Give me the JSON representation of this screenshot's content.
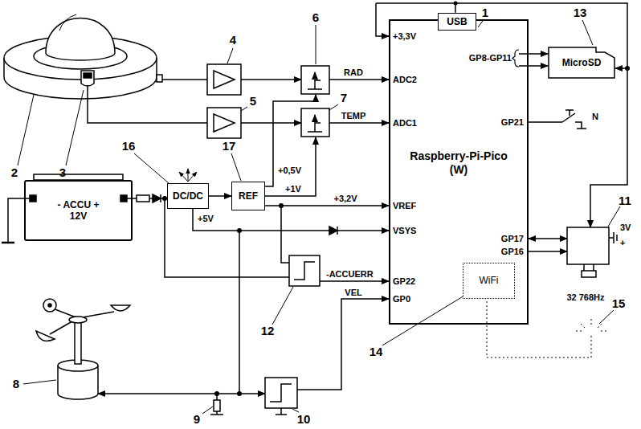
{
  "diagram": {
    "nodes": [
      {
        "text": [
          "Raspberry-Pi-Pico (W)"
        ]
      },
      {
        "text": [
          "USB"
        ],
        "in": 0
      },
      {
        "text": [
          "WiFi"
        ],
        "in": 0
      },
      {
        "text": [
          "MicroSD"
        ]
      },
      {
        "text": [
          "DC/DC"
        ]
      },
      {
        "text": [
          "REF"
        ]
      },
      {
        "text": [
          "- ACCU +",
          "12V"
        ]
      }
    ],
    "edges": [
      {
        "from": 1,
        "to": 3,
        "arrow": "to"
      },
      {
        "from": 0,
        "to": 3,
        "arrow": "to"
      },
      {
        "from": 0,
        "to": 3,
        "arrow": "to"
      },
      {
        "from": 6,
        "to": 4,
        "arrow": "none"
      },
      {
        "from": 4,
        "to": 5,
        "arrow": "to"
      },
      {
        "from": 5,
        "to": 0,
        "label": "+3,2V",
        "arrow": "to"
      },
      {
        "from": 4,
        "to": 0,
        "arrow": "to"
      }
    ],
    "labels": [
      "1",
      "13",
      "+3,3V",
      "GP8-GP11",
      "RAD",
      "ADC2",
      "TEMP",
      "ADC1",
      "GP21",
      "N",
      "2",
      "3",
      "4",
      "5",
      "6",
      "7",
      "16",
      "17",
      "+0,5V",
      "+1V",
      "+5V",
      "-ACCUERR",
      "VREF",
      "VSYS",
      "GP22",
      "VEL",
      "GP0",
      "GP17",
      "GP16",
      "11",
      "3V",
      "+",
      "32 768Hz",
      "12",
      "14",
      "15",
      "8",
      "9",
      "10"
    ]
  }
}
